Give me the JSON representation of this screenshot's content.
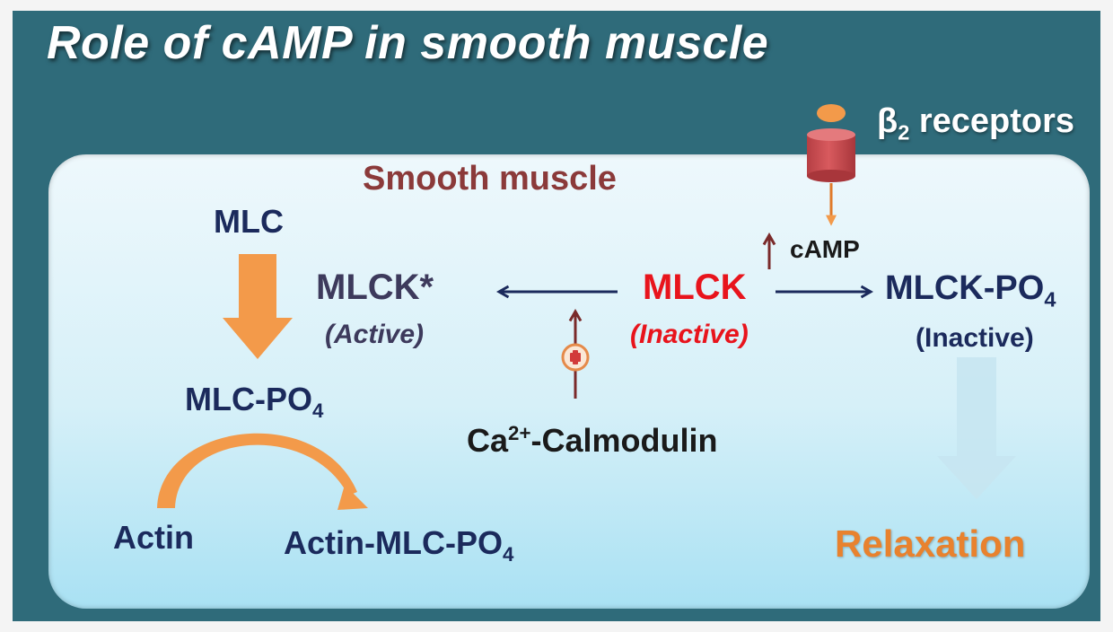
{
  "title": "Role of cAMP in smooth muscle",
  "receptor": {
    "label_symbol": "β",
    "label_sub": "2",
    "label_rest": " receptors"
  },
  "panel": {
    "heading": "Smooth muscle"
  },
  "left_pathway": {
    "mlc": "MLC",
    "mlc_po4_main": "MLC-PO",
    "mlc_po4_sub": "4",
    "actin": "Actin",
    "actin_mlc_po4_main": "Actin-MLC-PO",
    "actin_mlc_po4_sub": "4"
  },
  "center": {
    "mlck_active": "MLCK*",
    "mlck_active_state": "(Active)",
    "mlck": "MLCK",
    "mlck_state": "(Inactive)",
    "calmodulin_pre": "Ca",
    "calmodulin_sup": "2+",
    "calmodulin_rest": "-Calmodulin",
    "plus_symbol": "+"
  },
  "right_pathway": {
    "camp": "cAMP",
    "mlck_po4_main": "MLCK-PO",
    "mlck_po4_sub": "4",
    "mlck_po4_state": "(Inactive)",
    "relaxation": "Relaxation"
  },
  "colors": {
    "background": "#2f6b7a",
    "panel_light": "#eef8fc",
    "panel_dark": "#a9e1f3",
    "heading": "#8b3a3a",
    "mlck_red": "#e8141c",
    "navy": "#1b2a5c",
    "orange": "#f39a4a",
    "relaxation": "#e8822e",
    "receptor_body": "#c94a4e",
    "dark_red_arrow": "#7a2a2a"
  }
}
